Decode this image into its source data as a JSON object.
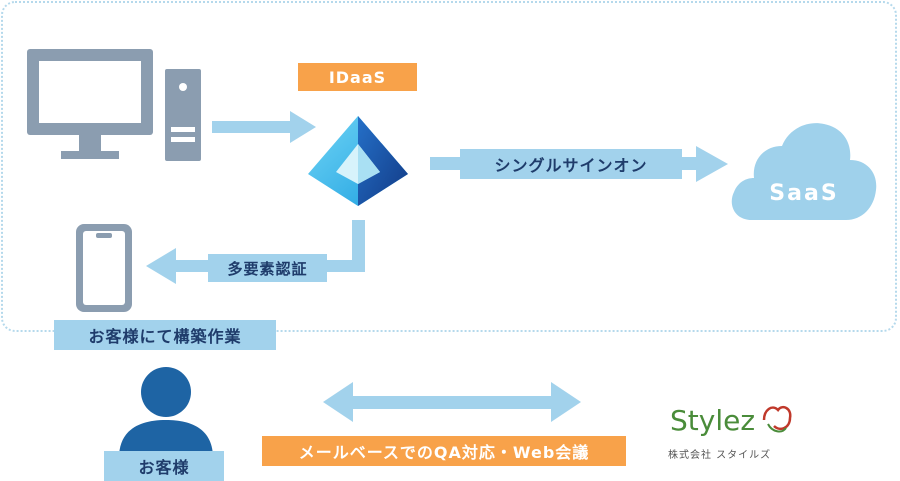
{
  "idaas_label": "IDaaS",
  "sso_label": "シングルサインオン",
  "saas_label": "SaaS",
  "mfa_label": "多要素認証",
  "build_label": "お客様にて構築作業",
  "customer_label": "お客様",
  "support_label": "メールベースでのQA対応・Web会議",
  "logo": {
    "name": "Stylez",
    "company": "株式会社 スタイルズ"
  },
  "colors": {
    "orange": "#f8a24a",
    "light_blue": "#a2d2ec",
    "dark_blue": "#1f3c6b",
    "device_gray": "#8b9db0",
    "person_blue": "#1e64a4",
    "cloud": "#9fd1eb"
  }
}
